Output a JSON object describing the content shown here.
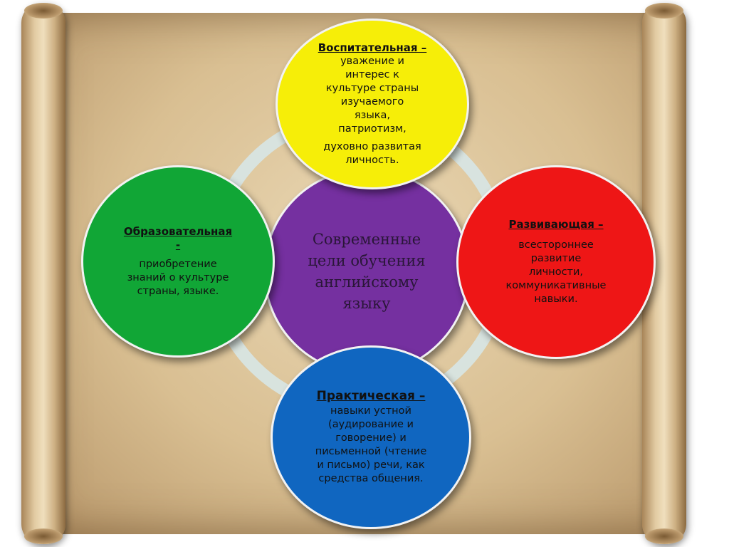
{
  "center": {
    "text": "Современные\nцели обучения\nанглийскому\nязыку"
  },
  "top": {
    "title": "Воспитательная –",
    "body": "уважение и\nинтерес к\nкультуре страны\nизучаемого\nязыка,\nпатриотизм,",
    "extra": "духовно развитая\nличность."
  },
  "left": {
    "title": "Образовательная\n-",
    "body": "приобретение\nзнаний о культуре\nстраны, языке."
  },
  "right": {
    "title": "Развивающая –",
    "body": "всестороннее\nразвитие\nличности,\nкоммуникативные\nнавыки."
  },
  "bottom": {
    "title": "Практическая –",
    "body": "навыки устной\n(аудирование и\nговорение) и\nписьменной (чтение\nи письмо) речи, как\nсредства общения."
  },
  "colors": {
    "center": "#7530a0",
    "top": "#f6ee08",
    "left": "#11a636",
    "right": "#ee1616",
    "bottom": "#1066c0"
  }
}
